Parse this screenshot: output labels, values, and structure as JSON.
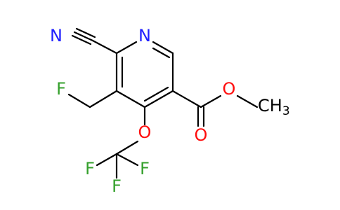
{
  "molecule": {
    "atoms": [
      {
        "id": "n_triple",
        "label": "N",
        "color": "#2020ff"
      },
      {
        "id": "n_ring",
        "label": "N",
        "color": "#2020ff"
      },
      {
        "id": "f_methyl",
        "label": "F",
        "color": "#35a02c"
      },
      {
        "id": "o_ester_single",
        "label": "O",
        "color": "#ff0d0d"
      },
      {
        "id": "o_ester_carbonyl",
        "label": "O",
        "color": "#ff0d0d"
      },
      {
        "id": "o_ether",
        "label": "O",
        "color": "#ff0d0d"
      },
      {
        "id": "f_cf3_left",
        "label": "F",
        "color": "#35a02c"
      },
      {
        "id": "f_cf3_bottom",
        "label": "F",
        "color": "#35a02c"
      },
      {
        "id": "f_cf3_right",
        "label": "F",
        "color": "#35a02c"
      }
    ],
    "methyl_group": {
      "main": "CH",
      "subscript": "3",
      "color": "#000000"
    },
    "bond_color": "#000000"
  }
}
